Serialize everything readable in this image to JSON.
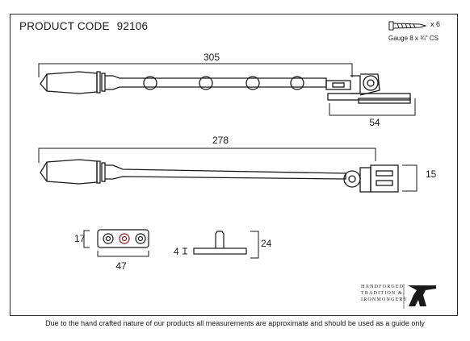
{
  "product": {
    "label": "PRODUCT CODE",
    "code": "92106"
  },
  "screws": {
    "quantity": "x 6",
    "gauge": "Gauge 8 x ¾\" CS"
  },
  "dimensions": {
    "stay_length": "305",
    "stay_bracket": "54",
    "pin_length": "278",
    "pin_height": "15",
    "plate_height": "17",
    "plate_width": "47",
    "peg_base": "4",
    "peg_height": "24"
  },
  "brand": {
    "line1": "HANDFORGED",
    "line2": "TRADITION &",
    "line3": "IRONMONGERY"
  },
  "footer": "Due to the hand crafted nature of our products all measurements are approximate and should be used as a guide only"
}
